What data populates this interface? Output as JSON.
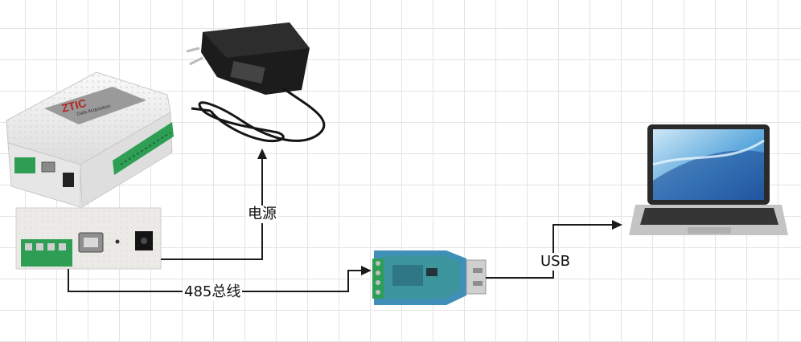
{
  "device": {
    "logo_text": "ZTIC",
    "logo_subtext": "Data Acquisition"
  },
  "connections": {
    "power_label": "电源",
    "bus_label": "485总线",
    "usb_label": "USB"
  },
  "colors": {
    "line": "#1a1a1a",
    "grid": "#e4e4e4",
    "terminal_green": "#2f9e55",
    "device_body": "#f1f1f1",
    "converter_blue": "#3f8fb8"
  }
}
